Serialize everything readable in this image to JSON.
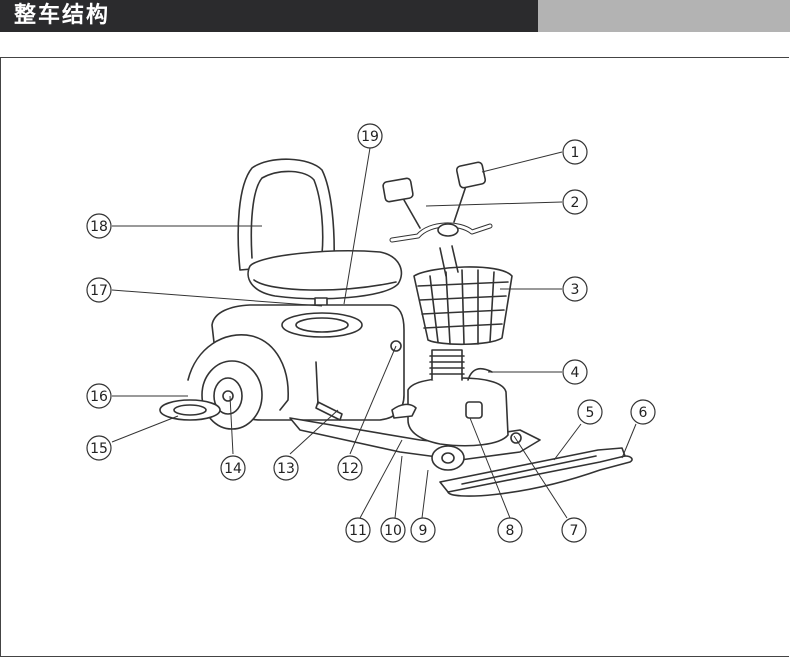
{
  "header": {
    "title": "整车结构"
  },
  "callouts": [
    {
      "id": "callout-1",
      "label": "1"
    },
    {
      "id": "callout-2",
      "label": "2"
    },
    {
      "id": "callout-3",
      "label": "3"
    },
    {
      "id": "callout-4",
      "label": "4"
    },
    {
      "id": "callout-5",
      "label": "5"
    },
    {
      "id": "callout-6",
      "label": "6"
    },
    {
      "id": "callout-7",
      "label": "7"
    },
    {
      "id": "callout-8",
      "label": "8"
    },
    {
      "id": "callout-9",
      "label": "9"
    },
    {
      "id": "callout-10",
      "label": "10"
    },
    {
      "id": "callout-11",
      "label": "11"
    },
    {
      "id": "callout-12",
      "label": "12"
    },
    {
      "id": "callout-13",
      "label": "13"
    },
    {
      "id": "callout-14",
      "label": "14"
    },
    {
      "id": "callout-15",
      "label": "15"
    },
    {
      "id": "callout-16",
      "label": "16"
    },
    {
      "id": "callout-17",
      "label": "17"
    },
    {
      "id": "callout-18",
      "label": "18"
    },
    {
      "id": "callout-19",
      "label": "19"
    }
  ],
  "colors": {
    "header_dark": "#2b2b2d",
    "header_light": "#b3b3b3",
    "line": "#333333"
  }
}
